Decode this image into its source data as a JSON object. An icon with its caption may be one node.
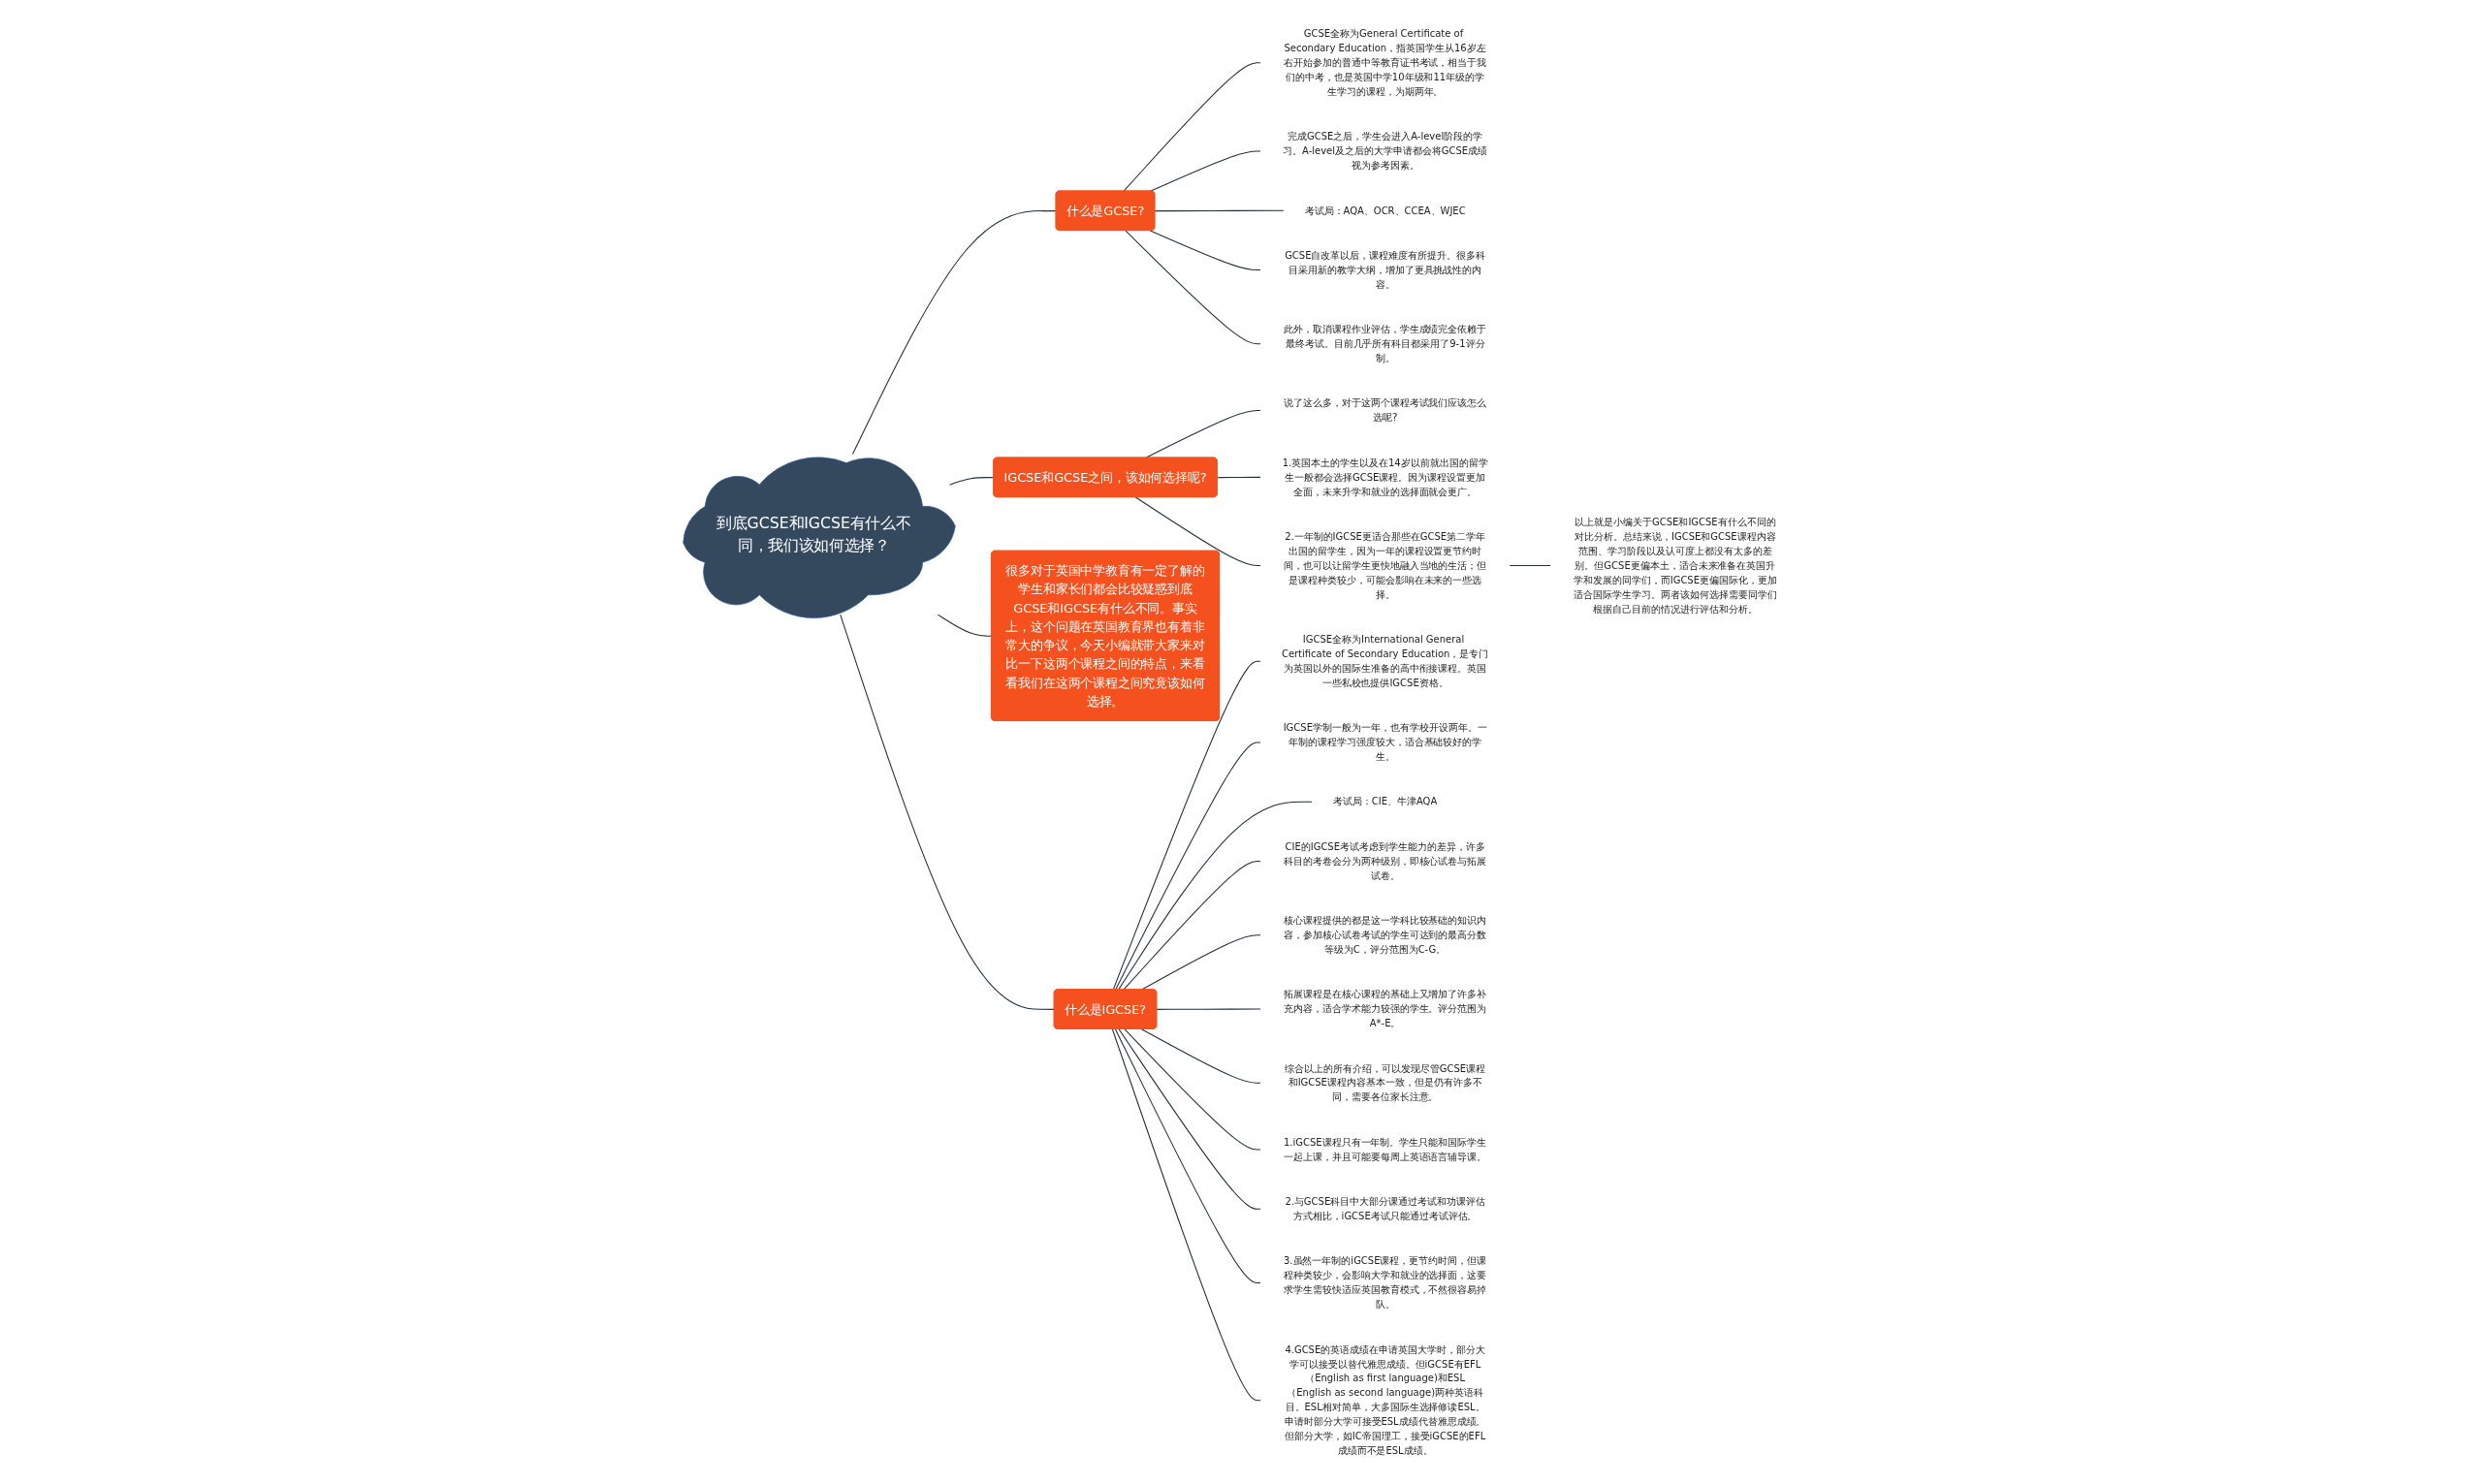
{
  "diagram": {
    "nodes": [
      {
        "text": [
          "到底GCSE和IGCSE有什么不同，我们该如何选择？"
        ]
      },
      {
        "text": [
          "什么是GCSE?"
        ]
      },
      {
        "text": [
          "GCSE全称为General Certificate of Secondary Education，指英国学生从16岁左右开始参加的普通中等教育证书考试，相当于我们的中考，也是英国中学10年级和11年级的学生学习的课程，为期两年。"
        ]
      },
      {
        "text": [
          "完成GCSE之后，学生会进入A-level阶段的学习。A-level及之后的大学申请都会将GCSE成绩视为参考因素。"
        ]
      },
      {
        "text": [
          "考试局：AQA、OCR、CCEA、WJEC"
        ]
      },
      {
        "text": [
          "GCSE自改革以后，课程难度有所提升。很多科目采用新的教学大纲，增加了更具挑战性的内容。"
        ]
      },
      {
        "text": [
          "此外，取消课程作业评估，学生成绩完全依赖于最终考试。目前几乎所有科目都采用了9-1评分制。"
        ]
      },
      {
        "text": [
          "IGCSE和GCSE之间，该如何选择呢?"
        ]
      },
      {
        "text": [
          "说了这么多，对于这两个课程考试我们应该怎么选呢?"
        ]
      },
      {
        "text": [
          "1.英国本土的学生以及在14岁以前就出国的留学生一般都会选择GCSE课程。因为课程设置更加全面，未来升学和就业的选择面就会更广。"
        ]
      },
      {
        "text": [
          "2.一年制的IGCSE更适合那些在GCSE第二学年出国的留学生，因为一年的课程设置更节约时间，也可以让留学生更快地融入当地的生活；但是课程种类较少，可能会影响在未来的一些选择。"
        ]
      },
      {
        "text": [
          "以上就是小编关于GCSE和IGCSE有什么不同的对比分析。总结来说，IGCSE和GCSE课程内容范围、学习阶段以及认可度上都没有太多的差别。但GCSE更偏本土，适合未来准备在英国升学和发展的同学们，而IGCSE更偏国际化，更加适合国际学生学习。两者该如何选择需要同学们根据自己目前的情况进行评估和分析。"
        ]
      },
      {
        "text": [
          "很多对于英国中学教育有一定了解的学生和家长们都会比较疑惑到底GCSE和IGCSE有什么不同。事实上，这个问题在英国教育界也有着非常大的争议，今天小编就带大家来对比一下这两个课程之间的特点，来看看我们在这两个课程之间究竟该如何选择。"
        ]
      },
      {
        "text": [
          "什么是IGCSE?"
        ]
      },
      {
        "text": [
          "IGCSE全称为International General Certificate of Secondary Education，是专门为英国以外的国际生准备的高中衔接课程。英国一些私校也提供IGCSE资格。"
        ]
      },
      {
        "text": [
          "IGCSE学制一般为一年，也有学校开设两年。一年制的课程学习强度较大，适合基础较好的学生。"
        ]
      },
      {
        "text": [
          "考试局：CIE、牛津AQA"
        ]
      },
      {
        "text": [
          "CIE的IGCSE考试考虑到学生能力的差异，许多科目的考卷会分为两种级别，即核心试卷与拓展试卷。"
        ]
      },
      {
        "text": [
          "核心课程提供的都是这一学科比较基础的知识内容，参加核心试卷考试的学生可达到的最高分数等级为C，评分范围为C-G。"
        ]
      },
      {
        "text": [
          "拓展课程是在核心课程的基础上又增加了许多补充内容，适合学术能力较强的学生。评分范围为A*-E。"
        ]
      },
      {
        "text": [
          "综合以上的所有介绍，可以发现尽管GCSE课程和IGCSE课程内容基本一致，但是仍有许多不同，需要各位家长注意。"
        ]
      },
      {
        "text": [
          "1.iGCSE课程只有一年制。学生只能和国际学生一起上课，并且可能要每周上英语语言辅导课。"
        ]
      },
      {
        "text": [
          "2.与GCSE科目中大部分课通过考试和功课评估方式相比，iGCSE考试只能通过考试评估。"
        ]
      },
      {
        "text": [
          "3.虽然一年制的iGCSE课程，更节约时间，但课程种类较少，会影响大学和就业的选择面，这要求学生需较快适应英国教育模式，不然很容易掉队。"
        ]
      },
      {
        "text": [
          "4.GCSE的英语成绩在申请英国大学时，部分大学可以接受以替代雅思成绩。但iGCSE有EFL（English as first language)和ESL（English as second language)两种英语科目。ESL相对简单，大多国际生选择修读ESL。申请时部分大学可接受ESL成绩代替雅思成绩。但部分大学，如IC帝国理工，接受iGCSE的EFL成绩而不是ESL成绩。"
        ]
      }
    ],
    "edges": [
      {
        "from": 0,
        "to": 1,
        "arrow": "none"
      },
      {
        "from": 1,
        "to": 2,
        "arrow": "none"
      },
      {
        "from": 1,
        "to": 3,
        "arrow": "none"
      },
      {
        "from": 1,
        "to": 4,
        "arrow": "none"
      },
      {
        "from": 1,
        "to": 5,
        "arrow": "none"
      },
      {
        "from": 1,
        "to": 6,
        "arrow": "none"
      },
      {
        "from": 0,
        "to": 7,
        "arrow": "none"
      },
      {
        "from": 7,
        "to": 8,
        "arrow": "none"
      },
      {
        "from": 7,
        "to": 9,
        "arrow": "none"
      },
      {
        "from": 7,
        "to": 10,
        "arrow": "none"
      },
      {
        "from": 10,
        "to": 11,
        "arrow": "none"
      },
      {
        "from": 0,
        "to": 12,
        "arrow": "none"
      },
      {
        "from": 0,
        "to": 13,
        "arrow": "none"
      },
      {
        "from": 13,
        "to": 14,
        "arrow": "none"
      },
      {
        "from": 13,
        "to": 15,
        "arrow": "none"
      },
      {
        "from": 13,
        "to": 16,
        "arrow": "none"
      },
      {
        "from": 13,
        "to": 17,
        "arrow": "none"
      },
      {
        "from": 13,
        "to": 18,
        "arrow": "none"
      },
      {
        "from": 13,
        "to": 19,
        "arrow": "none"
      },
      {
        "from": 13,
        "to": 20,
        "arrow": "none"
      },
      {
        "from": 13,
        "to": 21,
        "arrow": "none"
      },
      {
        "from": 13,
        "to": 22,
        "arrow": "none"
      },
      {
        "from": 13,
        "to": 23,
        "arrow": "none"
      },
      {
        "from": 13,
        "to": 24,
        "arrow": "none"
      }
    ]
  }
}
